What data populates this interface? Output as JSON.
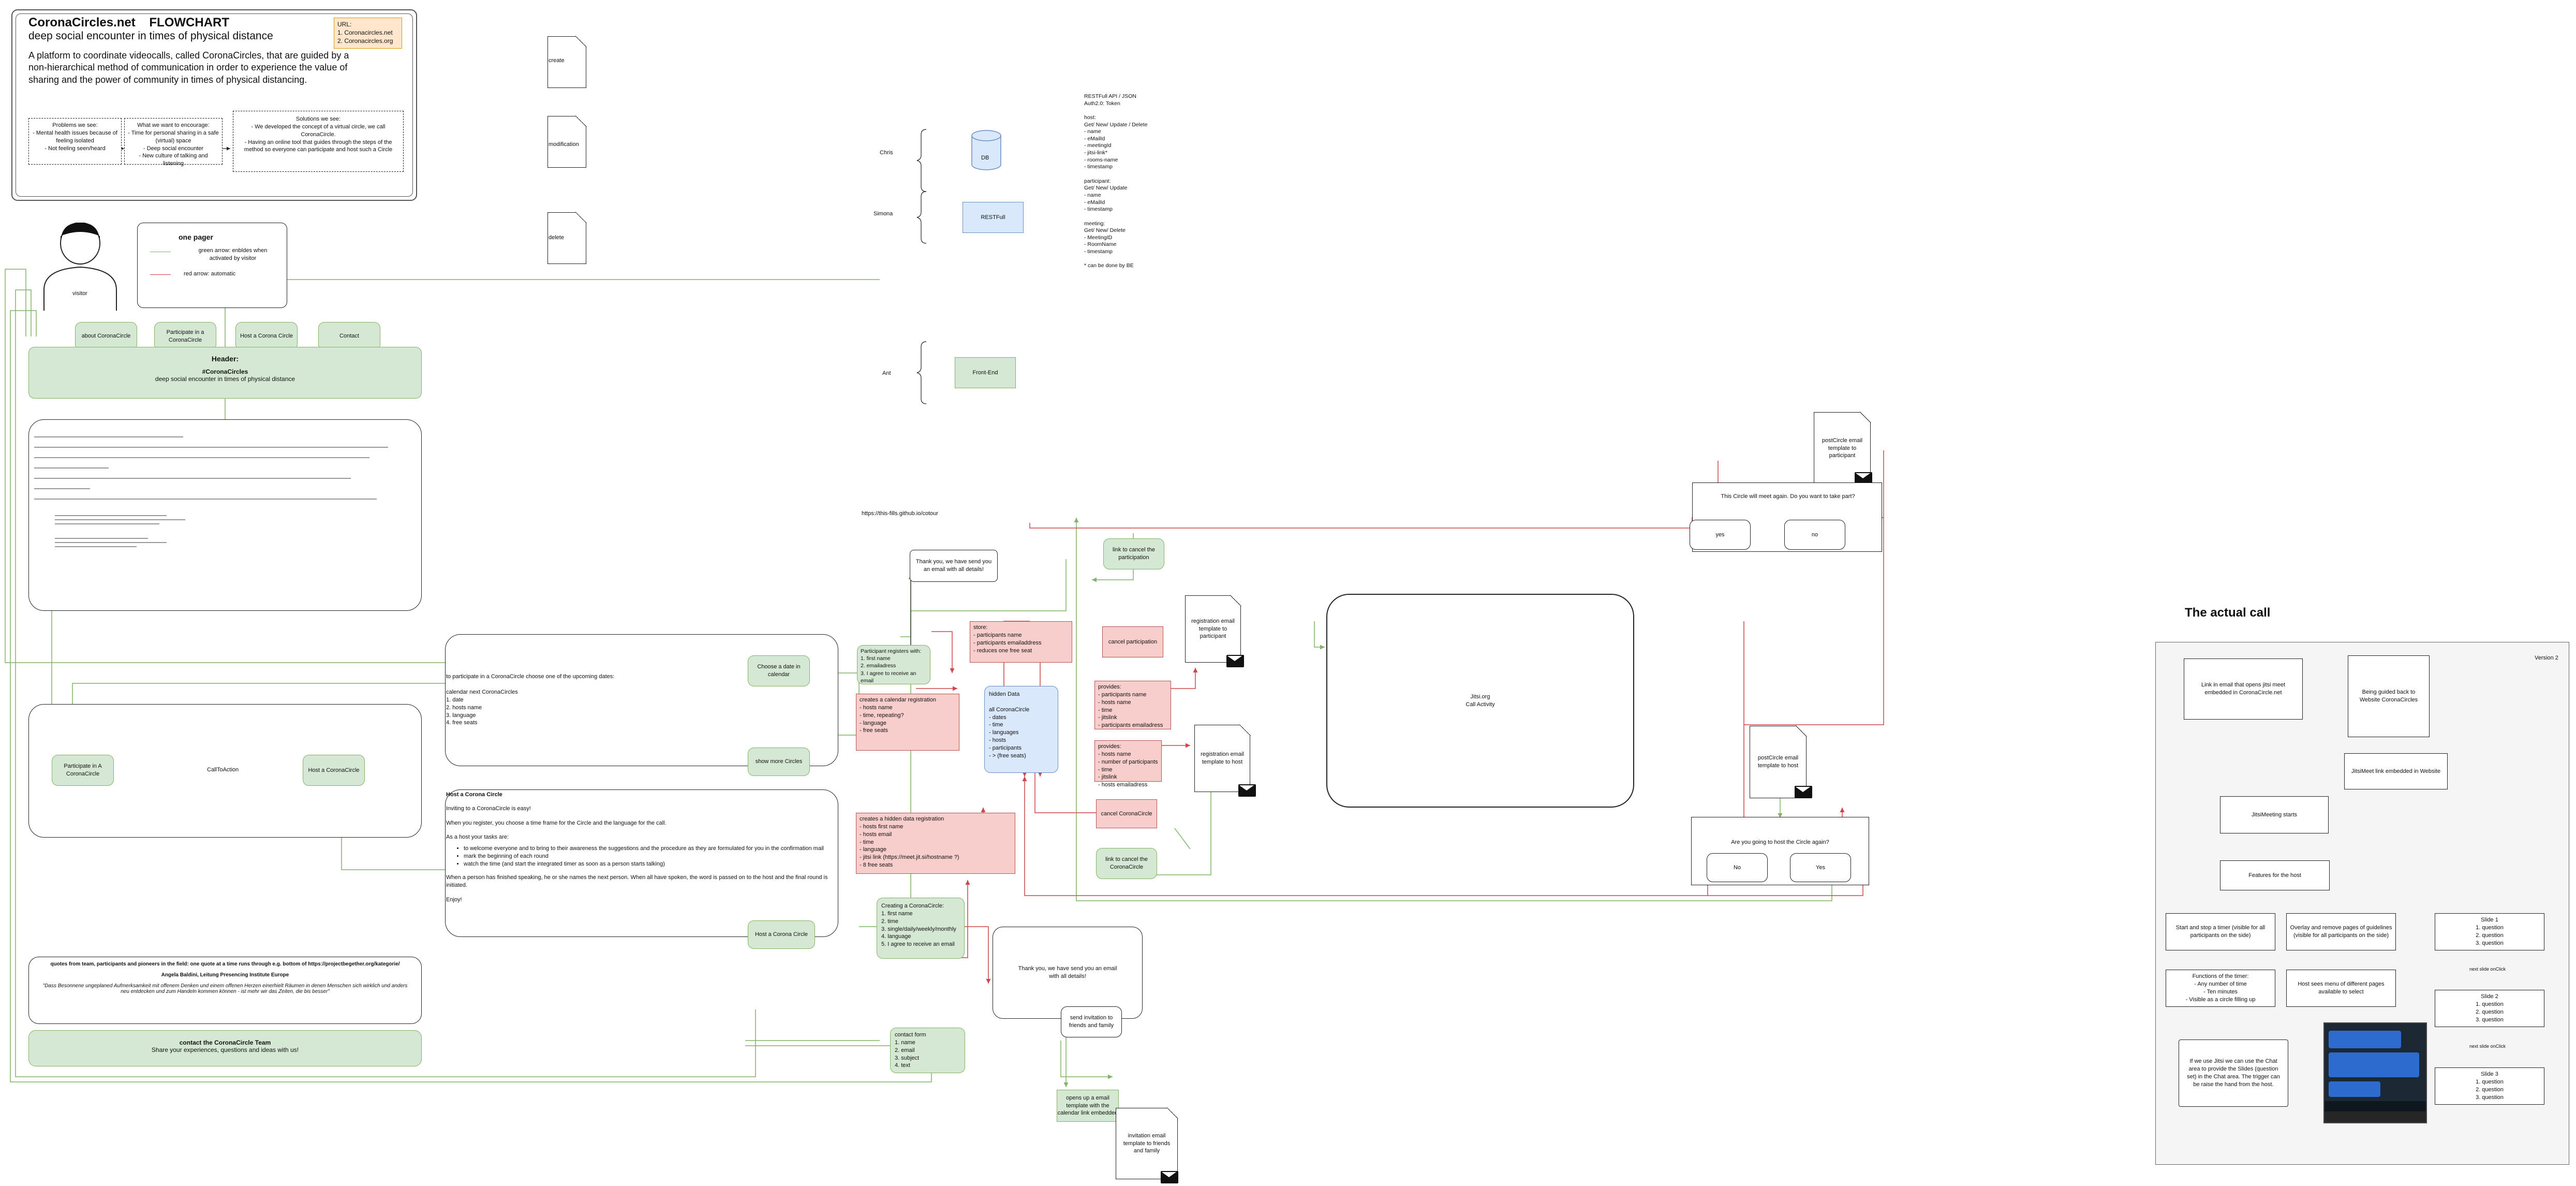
{
  "header": {
    "title": "CoronaCircles.net    FLOWCHART",
    "subtitle": "deep social encounter in times of physical distance",
    "description": "A platform to coordinate videocalls, called CoronaCircles, that are guided by a non-hierarchical method of communication in order to experience the value of sharing and the power of community in times of physical distancing.",
    "url_box": "URL:\n1. Coronacircles.net\n2. Coronacircles.org",
    "problems": "Problems we see:\n- Mental health issues because of feeling isolated\n- Not feeling seen/heard",
    "encourage": "What we want to encourage:\n- Time for personal sharing in a safe (virtual) space\n- Deep social encounter\n- New culture of talking and listening",
    "solutions": "Solutions we see:\n- We developed the concept of a virtual circle, we call CoronaCircle.\n- Having an online tool that guides through the steps of the method so everyone can participate and host such a Circle"
  },
  "legend": {
    "title": "one pager",
    "green": "green arrow: enbldes when activated by visitor",
    "red": "red arrow: automatic"
  },
  "visitor_label": "visitor",
  "docs": {
    "create": "create",
    "modification": "modification",
    "delete": "delete"
  },
  "tech": {
    "chris": "Chris",
    "db": "DB",
    "simona": "Simona",
    "restful": "RESTFull",
    "ant": "Ant",
    "frontend": "Front-End",
    "api": "RESTFull API / JSON\nAuth2.0: Token\n\nhost:\nGet/ New/ Update / Delete\n- name\n- eMailId\n- meetingId\n- jitsi-link*\n- rooms-name\n- timestamp\n\nparticipant:\nGet/ New/ Update\n- name\n- eMailId\n- timestamp\n\nmeeting:\nGet/ New/ Delete\n- MeetingID\n- RoomName\n- timestamp\n\n* can be done by BE"
  },
  "nav": {
    "about": "about CoronaCircle",
    "participate": "Participate in a CoronaCircle",
    "host": "Host a Corona Circle",
    "contact": "Contact"
  },
  "site_header": {
    "title": "Header:",
    "hashtag": "#CoronaCircles",
    "tagline": "deep social encounter in times of physical distance"
  },
  "cta": {
    "label": "CallToAction",
    "participate": "Participate in A CoronaCircle",
    "host": "Host a CoronaCircle"
  },
  "quote": {
    "text": "quotes from team, participants and pioneers in the field: one quote at a time runs through e.g. bottom of https://projectbegether.org/kategorie/",
    "author": "Angela Baldini, Leitung Presencing Institute Europe",
    "body": "\"Dass Besonnene ungeplaned Aufmerksamkeit mit offenem Denken und einem offenen Herzen einerhielt Räumen in denen Menschen sich wirklich und anders neu entdecken und zum Handeln kommen können - ist mehr wir das Zeiten, die bis besser\""
  },
  "contact_bar": {
    "title": "contact the CoronaCircle Team",
    "sub": "Share your experiences, questions and ideas with us!"
  },
  "contact_form": "contact form\n1. name\n2. email\n3. subject\n4. text",
  "participate_panel": {
    "intro": "to participate in a CoronaCircle choose one of the upcoming dates:",
    "calendar": "calendar next CoronaCircles\n1. date\n2. hosts name\n3. language\n4. free seats",
    "choose": "Choose a date in calendar",
    "show_more": "show more Circles"
  },
  "host_panel": {
    "title": "Host a Corona Circle",
    "body1": "Inviting to a CoronaCircle is easy!",
    "body2": "When you register, you choose a time frame for the Circle and the language for the call.",
    "body3": "As a host your tasks are:",
    "tasks": [
      "to welcome everyone and to bring to their awareness the suggestions and the procedure as they are formulated for you in the confirmation mail",
      "mark the beginning of each round",
      "watch the time (and start the integrated timer as soon as a person starts talking)"
    ],
    "body4": "When a person has finished speaking, he or she names the next person. When all have spoken, the word is passed on to the host and the final round is initiated.",
    "enjoy": "Enjoy!",
    "button": "Host a Corona Circle"
  },
  "flow": {
    "github": "https://this-fills.github.io/cotour",
    "thank_you_send": "Thank you, we have send you an email with all details!",
    "participant_registers": "Participant registers with:\n1. first name\n2. emailadress\n3. I agree to receive an email",
    "store": "store:\n- participants name\n- participants emailaddress\n- reduces one free seat",
    "calendar_reg": "creates a calendar registration\n- hosts name\n- time, repeating?\n- language\n- free seats",
    "link_cancel_participation": "link to cancel the participation",
    "cancel_participation": "cancel participation",
    "reg_email_participant": "registration email template to participant",
    "hidden_data": "hidden Data\n\nall CoronaCircle\n- dates\n- time\n- languages\n- hosts\n- participants\n- > (free seats)",
    "provides_participant": "provides:\n- participants name\n- hosts name\n- time\n- jitslink\n- participants emailadress",
    "provides_host": "provides:\n- hosts name\n- number of participants\n- time\n- jitslink\n- hosts emailadress",
    "reg_email_host": "registration email template to host",
    "cancel_circle": "cancel CoronaCircle",
    "link_cancel_circle": "link to cancel the CoronaCircle",
    "hidden_reg": "creates a hidden data registration\n- hosts first name\n- hosts email\n- time\n- language\n- jitsi link (https://meet.jit.si/hostname ?)\n- 8 free seats",
    "creating_circle": "Creating a CoronaCircle:\n1. first name\n2. time\n3. single/daily/weekly/monthly\n4. language\n5. I agree to receive an email",
    "thank_you_host": "Thank you, we have send you an email with all details!",
    "send_invitation": "send invitation to friends and family",
    "opens_email": "opens up a email template with the calendar link embedded",
    "invitation_template": "invitation email template to friends and family",
    "jitsi": "Jitsi.org\nCall Activity",
    "post_email_participant": "postCircle email template to participant",
    "meet_again": "This Circle will meet again. Do you want to take part?",
    "yes": "yes",
    "no": "no",
    "post_email_host": "postCircle email template to host",
    "host_again": "Are you going to host the Circle again?",
    "no2": "No",
    "yes2": "Yes"
  },
  "actual_call": {
    "title": "The actual call",
    "version": "Version 2",
    "link_email": "Link in email that opens jitsi meet embedded in CoronaCircle.net",
    "guided_back": "Being guided back to Website CoronaCircles",
    "jitsi_embedded": "JitsiMeet link embedded in Website",
    "jitsi_starts": "JitsiMeeting starts",
    "features": "Features for the host",
    "timer": "Start and stop a timer (visible for all participants on the side)",
    "overlay": "Overlay and remove pages of guidelines (visible for all participants on the side)",
    "timer_functions": "Functions of the timer:\n- Any number of time\n- Ten minutes\n- Visible as a circle filling up",
    "host_menu": "Host sees menu of different pages available to select",
    "slide1": "Slide 1\n1. question\n2. question\n3. question",
    "slide2": "Slide 2\n1. question\n2. question\n3. question",
    "slide3": "Slide 3\n1. question\n2. question\n3. question",
    "next_click": "next slide onClick",
    "chat_note": "If we use Jitsi we can use the Chat area to provide the Slides (question set) in the Chat area. The trigger can be raise the hand from the host."
  },
  "colors": {
    "green_fill": "#d5e8d4",
    "green_stroke": "#82b366",
    "red_fill": "#f8cecc",
    "red_stroke": "#b85450",
    "blue_fill": "#dae8fc",
    "orange_fill": "#ffe6cc",
    "green_arrow": "#82b366",
    "red_arrow": "#d0454c"
  }
}
